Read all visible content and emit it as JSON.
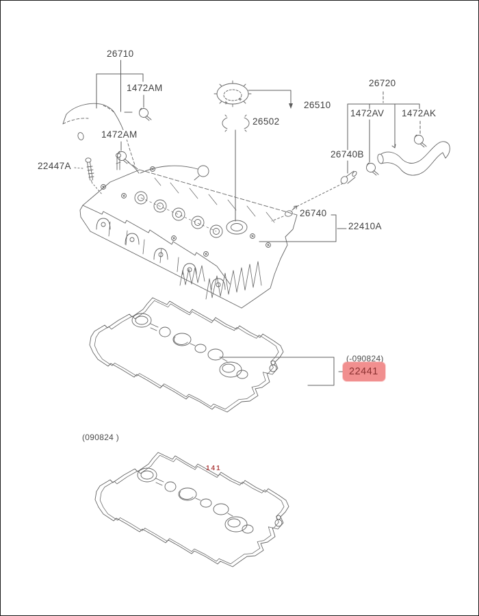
{
  "diagram": {
    "description": "Engine rocker / valve cover parts diagram",
    "parts": {
      "p26710": "26710",
      "p1472am_a": "1472AM",
      "p1472am_b": "1472AM",
      "p22447a": "22447A",
      "p26502": "26502",
      "p26510": "26510",
      "p26720": "26720",
      "p1472av": "1472AV",
      "p1472ak": "1472AK",
      "p26740b": "26740B",
      "p26740": "26740",
      "p22410a": "22410A",
      "p22441": "22441"
    },
    "notes": {
      "before_change": "(-090824)",
      "after_change": "(090824 )"
    },
    "watermark": "141",
    "colors": {
      "line": "#4f4f4f",
      "label_text": "#3f3f3f",
      "highlight_fill": "#f18f8f",
      "highlight_text": "#8a3030",
      "watermark_text": "#b04545"
    }
  }
}
